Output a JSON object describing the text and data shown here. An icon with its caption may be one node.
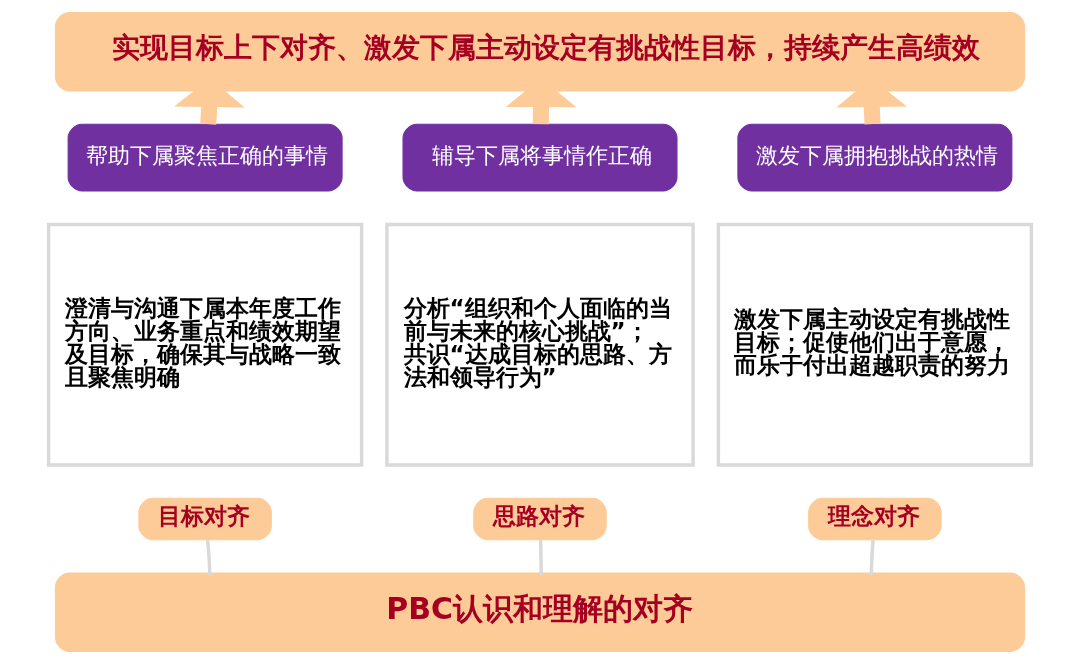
{
  "diagram": {
    "nodes": [
      {
        "text": [
          "实现目标上下对齐、激发下属主动设定有挑战性目标，持续产生高绩效"
        ]
      },
      {
        "text": [
          "帮助下属聚焦正确的事情"
        ]
      },
      {
        "text": [
          "辅导下属将事情作正确"
        ]
      },
      {
        "text": [
          "激发下属拥抱挑战的热情"
        ]
      },
      {
        "text": [
          "澄清与沟通下属本年度工作方向、业务重点和绩效期望及目标，确保其与战略一致且聚焦明确"
        ]
      },
      {
        "text": [
          "分析“组织和个人面临的当前与未来的核心挑战”；",
          "共识“达成目标的思路、方法和领导行为”"
        ]
      },
      {
        "text": [
          "激发下属主动设定有挑战性目标；促使他们出于意愿，而乐于付出超越职责的努力"
        ]
      },
      {
        "text": [
          "目标对齐"
        ]
      },
      {
        "text": [
          "思路对齐"
        ]
      },
      {
        "text": [
          "理念对齐"
        ]
      },
      {
        "text": [
          "PBC认识和理解的对齐"
        ]
      }
    ],
    "edges": [
      {
        "from": 1,
        "to": 0,
        "arrow": "to",
        "style": "thick",
        "color": "#fccb98"
      },
      {
        "from": 2,
        "to": 0,
        "arrow": "to",
        "style": "thick",
        "color": "#fccb98"
      },
      {
        "from": 3,
        "to": 0,
        "arrow": "to",
        "style": "thick",
        "color": "#fccb98"
      },
      {
        "from": 7,
        "to": 10,
        "arrow": "none",
        "color": "#d9d9d9"
      },
      {
        "from": 8,
        "to": 10,
        "arrow": "none",
        "color": "#d9d9d9"
      },
      {
        "from": 9,
        "to": 10,
        "arrow": "none",
        "color": "#d9d9d9"
      }
    ]
  }
}
